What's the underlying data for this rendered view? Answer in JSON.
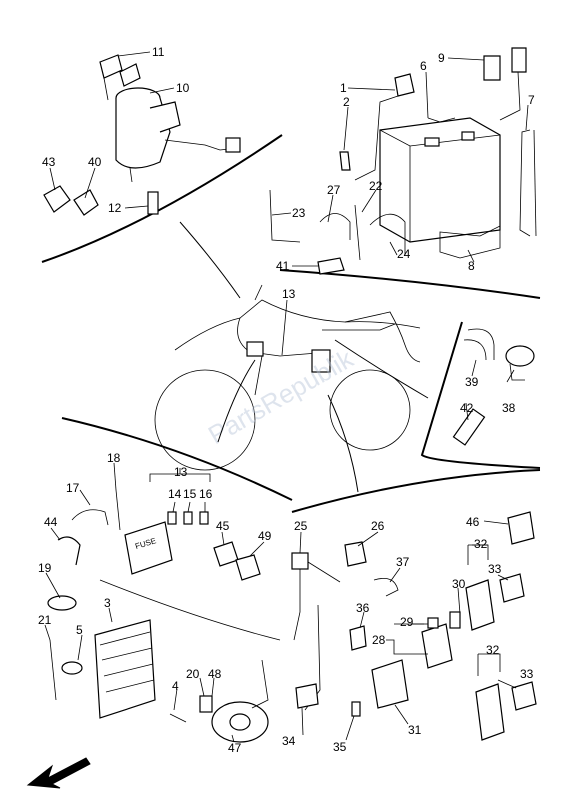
{
  "watermark": "PartsRepublik",
  "fuse_label": "FUSE",
  "callouts": {
    "c1": "1",
    "c2": "2",
    "c3": "3",
    "c4": "4",
    "c5": "5",
    "c6": "6",
    "c7": "7",
    "c8": "8",
    "c9": "9",
    "c10": "10",
    "c11": "11",
    "c12": "12",
    "c13": "13",
    "c13b": "13",
    "c14": "14",
    "c15": "15",
    "c16": "16",
    "c17": "17",
    "c18": "18",
    "c19": "19",
    "c20": "20",
    "c21": "21",
    "c22": "22",
    "c23": "23",
    "c24": "24",
    "c25": "25",
    "c26": "26",
    "c27": "27",
    "c28": "28",
    "c29": "29",
    "c30": "30",
    "c31": "31",
    "c32": "32",
    "c32b": "32",
    "c33": "33",
    "c33b": "33",
    "c34": "34",
    "c35": "35",
    "c36": "36",
    "c37": "37",
    "c38": "38",
    "c39": "39",
    "c40": "40",
    "c41": "41",
    "c42": "42",
    "c43": "43",
    "c44": "44",
    "c45": "45",
    "c46": "46",
    "c47": "47",
    "c48": "48",
    "c49": "49"
  }
}
